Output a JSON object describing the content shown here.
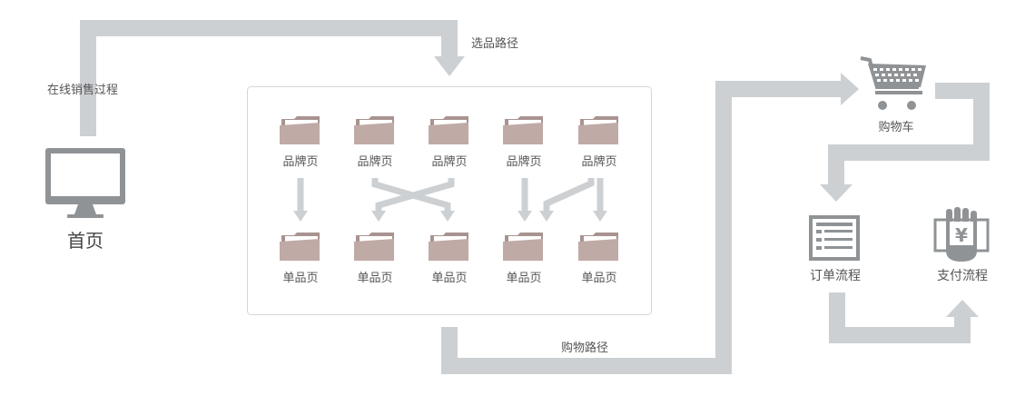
{
  "labels": {
    "online_sales_process": "在线销售过程",
    "product_selection_path": "选品路径",
    "purchase_path": "购物路径",
    "home": "首页",
    "cart": "购物车",
    "order_flow": "订单流程",
    "payment_flow": "支付流程",
    "currency_symbol": "¥"
  },
  "brand_pages": [
    "品牌页",
    "品牌页",
    "品牌页",
    "品牌页",
    "品牌页"
  ],
  "product_pages": [
    "单品页",
    "单品页",
    "单品页",
    "单品页",
    "单品页"
  ],
  "colors": {
    "flow_arrow": "#cdd0d3",
    "folder": "#bfaaa6",
    "folder_back": "#a89390",
    "icon_gray": "#8f9396",
    "panel_border": "#d6d6d6"
  },
  "icons": [
    "monitor-icon",
    "folder-icon",
    "shopping-cart-icon",
    "order-list-icon",
    "payment-hand-icon"
  ]
}
